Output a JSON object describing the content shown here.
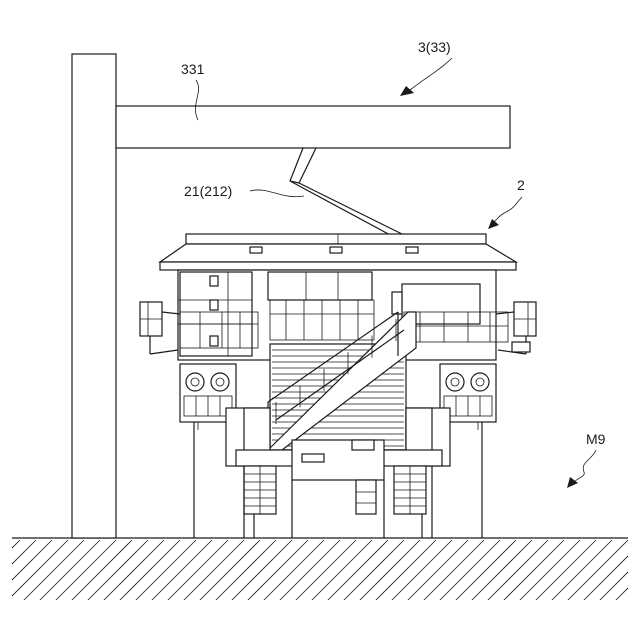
{
  "labels": {
    "crossbar": "331",
    "gantry": "3(33)",
    "pantograph": "21(212)",
    "vehicle": "2",
    "ground": "M9"
  }
}
